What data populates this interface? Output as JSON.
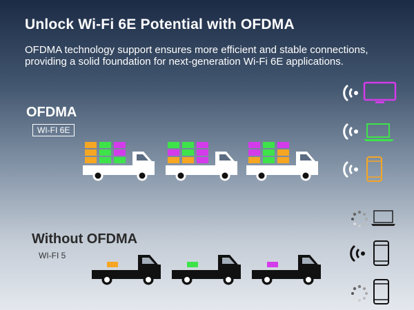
{
  "header": {
    "title": "Unlock Wi-Fi 6E Potential with OFDMA",
    "description": "OFDMA technology support ensures more efficient and stable connections, providing a solid foundation for next-generation Wi-Fi 6E applications."
  },
  "ofdma": {
    "label": "OFDMA",
    "badge": "WI-FI 6E"
  },
  "legacy": {
    "label": "Without OFDMA",
    "badge": "WI-FI 5"
  },
  "colors": {
    "orange": "#f5a623",
    "green": "#3ee34a",
    "magenta": "#d43bea",
    "truck_light": "#ffffff",
    "truck_dark": "#111111",
    "signal_light": "#ffffff",
    "signal_dark": "#111111",
    "loading": "#777777"
  },
  "icons": {
    "connected_signal": "wifi-signal-icon",
    "loading": "loading-spinner-icon",
    "tv": "tv-icon",
    "laptop": "laptop-icon",
    "phone": "phone-icon"
  }
}
